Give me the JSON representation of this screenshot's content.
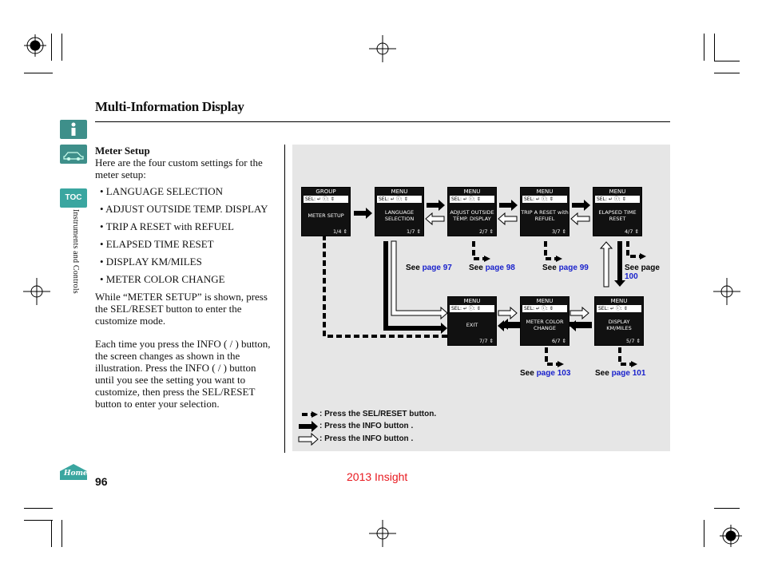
{
  "page_title": "Multi-Information Display",
  "side": {
    "info_icon": "info-icon",
    "car_icon": "car-icon",
    "toc_label": "TOC",
    "section_label": "Instruments and Controls",
    "home_label": "Home"
  },
  "body": {
    "heading": "Meter Setup",
    "intro": "Here are the four custom settings for the meter setup:",
    "items": [
      "• LANGUAGE SELECTION",
      "• ADJUST OUTSIDE TEMP. DISPLAY",
      "• TRIP A RESET with REFUEL",
      "• ELAPSED TIME RESET",
      "• DISPLAY KM/MILES",
      "• METER COLOR CHANGE"
    ],
    "para1": "While “METER SETUP” is shown, press the SEL/RESET button to enter the customize mode.",
    "para2": "Each time you press the INFO (    /    ) button, the screen changes as shown in the illustration. Press the INFO (    /    ) button until you see the setting you want to customize, then press the SEL/RESET button to enter your selection."
  },
  "screens": [
    {
      "top": "GROUP",
      "bar": "SEL: ↵  ⓘ: ⇕",
      "mid": "METER SETUP",
      "page": "1/4 ⇕"
    },
    {
      "top": "MENU",
      "bar": "SEL: ↵  ⓘ: ⇕",
      "mid": "LANGUAGE SELECTION",
      "page": "1/7 ⇕"
    },
    {
      "top": "MENU",
      "bar": "SEL: ↵  ⓘ: ⇕",
      "mid": "ADJUST OUTSIDE TEMP. DISPLAY",
      "page": "2/7 ⇕"
    },
    {
      "top": "MENU",
      "bar": "SEL: ↵  ⓘ: ⇕",
      "mid": "TRIP A RESET with REFUEL",
      "page": "3/7 ⇕"
    },
    {
      "top": "MENU",
      "bar": "SEL: ↵  ⓘ: ⇕",
      "mid": "ELAPSED TIME RESET",
      "page": "4/7 ⇕"
    },
    {
      "top": "MENU",
      "bar": "SEL: ↵  ⓘ: ⇕",
      "mid": "EXIT",
      "page": "7/7 ⇕"
    },
    {
      "top": "MENU",
      "bar": "SEL: ↵  ⓘ: ⇕",
      "mid": "METER COLOR CHANGE",
      "page": "6/7 ⇕"
    },
    {
      "top": "MENU",
      "bar": "SEL: ↵  ⓘ: ⇕",
      "mid": "DISPLAY KM/MILES",
      "page": "5/7 ⇕"
    }
  ],
  "refs": [
    {
      "prefix": "See ",
      "link": "page 97"
    },
    {
      "prefix": "See ",
      "link": "page 98"
    },
    {
      "prefix": "See ",
      "link": "page 99"
    },
    {
      "prefix": "See page",
      "link": "100"
    },
    {
      "prefix": "See ",
      "link": "page 103"
    },
    {
      "prefix": "See ",
      "link": "page 101"
    }
  ],
  "legend": [
    ": Press the SEL/RESET button.",
    ": Press the INFO button    .",
    ": Press the INFO button    ."
  ],
  "page_number": "96",
  "footer": "2013 Insight",
  "colors": {
    "link": "#1a22cc",
    "footer": "#e8181e",
    "toc": "#3aa6a0",
    "panel": "#e6e6e6"
  }
}
